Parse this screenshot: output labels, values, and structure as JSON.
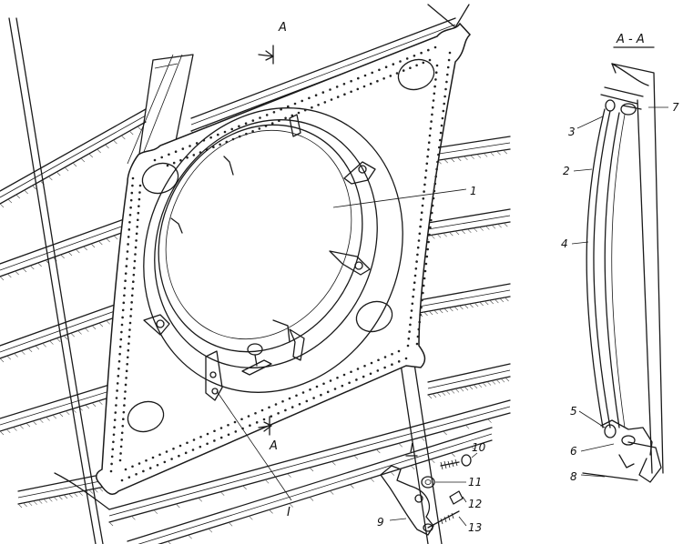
{
  "section_markers": {
    "top": "A",
    "bottom": "A"
  },
  "section_title": "A - A",
  "detail_marker": "I",
  "detail_title": "I",
  "callouts": {
    "c1": "1",
    "c2": "2",
    "c3": "3",
    "c4": "4",
    "c5": "5",
    "c6": "6",
    "c7": "7",
    "c8": "8",
    "c9": "9",
    "c10": "10",
    "c11": "11",
    "c12": "12",
    "c13": "13"
  }
}
